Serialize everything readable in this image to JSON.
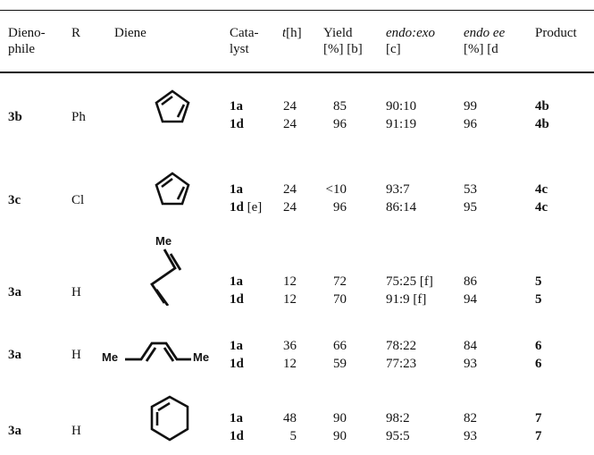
{
  "headers": {
    "dienophile": [
      "Dieno-",
      "phile"
    ],
    "r": "R",
    "diene": "Diene",
    "catalyst": [
      "Cata-",
      "lyst"
    ],
    "t_label": "t",
    "t_unit": "[h]",
    "yield": [
      "Yield",
      "[%] [b]"
    ],
    "ratio_label": "endo:exo",
    "ratio_note": "[c]",
    "ee_label": "endo ee",
    "ee_note": "[%] [d",
    "product": "Product"
  },
  "methyl_label": "Me",
  "rows": [
    {
      "dienophile": "3b",
      "r": "Ph",
      "diene_icon": "cyclopentadiene-icon",
      "entries": [
        {
          "catalyst": "1a",
          "note": "",
          "t": "24",
          "yield": "85",
          "ratio": "90:10",
          "ee": "99",
          "product": "4b"
        },
        {
          "catalyst": "1d",
          "note": "",
          "t": "24",
          "yield": "96",
          "ratio": "91:19",
          "ee": "96",
          "product": "4b"
        }
      ]
    },
    {
      "dienophile": "3c",
      "r": "Cl",
      "diene_icon": "cyclopentadiene-icon",
      "entries": [
        {
          "catalyst": "1a",
          "note": "",
          "t": "24",
          "yield": "<10",
          "ratio": "93:7",
          "ee": "53",
          "product": "4c"
        },
        {
          "catalyst": "1d",
          "note": "[e]",
          "t": "24",
          "yield": "96",
          "ratio": "86:14",
          "ee": "95",
          "product": "4c"
        }
      ]
    },
    {
      "dienophile": "3a",
      "r": "H",
      "diene_icon": "methyl-butadiene-icon",
      "entries": [
        {
          "catalyst": "1a",
          "note": "",
          "t": "12",
          "yield": "72",
          "ratio": "75:25 [f]",
          "ee": "86",
          "product": "5"
        },
        {
          "catalyst": "1d",
          "note": "",
          "t": "12",
          "yield": "70",
          "ratio": "91:9 [f]",
          "ee": "94",
          "product": "5"
        }
      ]
    },
    {
      "dienophile": "3a",
      "r": "H",
      "diene_icon": "dimethyl-hexadiene-icon",
      "entries": [
        {
          "catalyst": "1a",
          "note": "",
          "t": "36",
          "yield": "66",
          "ratio": "78:22",
          "ee": "84",
          "product": "6"
        },
        {
          "catalyst": "1d",
          "note": "",
          "t": "12",
          "yield": "59",
          "ratio": "77:23",
          "ee": "93",
          "product": "6"
        }
      ]
    },
    {
      "dienophile": "3a",
      "r": "H",
      "diene_icon": "cyclohexadiene-icon",
      "entries": [
        {
          "catalyst": "1a",
          "note": "",
          "t": "48",
          "yield": "90",
          "ratio": "98:2",
          "ee": "82",
          "product": "7"
        },
        {
          "catalyst": "1d",
          "note": "",
          "t": "5",
          "yield": "90",
          "ratio": "95:5",
          "ee": "93",
          "product": "7"
        }
      ]
    }
  ]
}
